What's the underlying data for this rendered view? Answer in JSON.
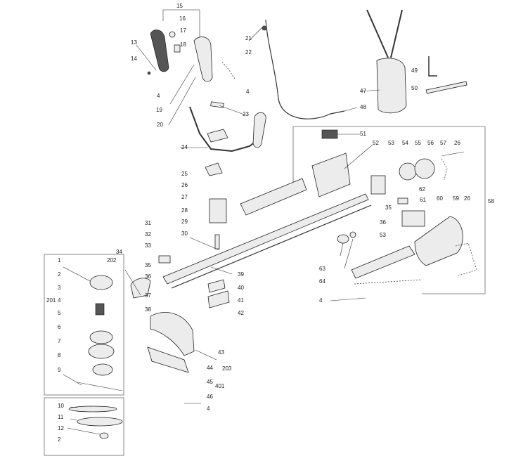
{
  "diagram": {
    "part_labels": [
      "15",
      "16",
      "17",
      "18",
      "13",
      "14",
      "4",
      "19",
      "20",
      "21",
      "22",
      "23",
      "24",
      "25",
      "26",
      "27",
      "28",
      "29",
      "30",
      "31",
      "32",
      "33",
      "34",
      "35",
      "36",
      "37",
      "38",
      "39",
      "40",
      "41",
      "42",
      "43",
      "44",
      "45",
      "46",
      "47",
      "48",
      "49",
      "50",
      "51",
      "52",
      "53",
      "54",
      "55",
      "56",
      "57",
      "58",
      "59",
      "60",
      "61",
      "62",
      "63",
      "64",
      "201",
      "202",
      "203",
      "401",
      "1",
      "2",
      "3",
      "5",
      "6",
      "7",
      "8",
      "9",
      "10",
      "11",
      "12"
    ]
  }
}
